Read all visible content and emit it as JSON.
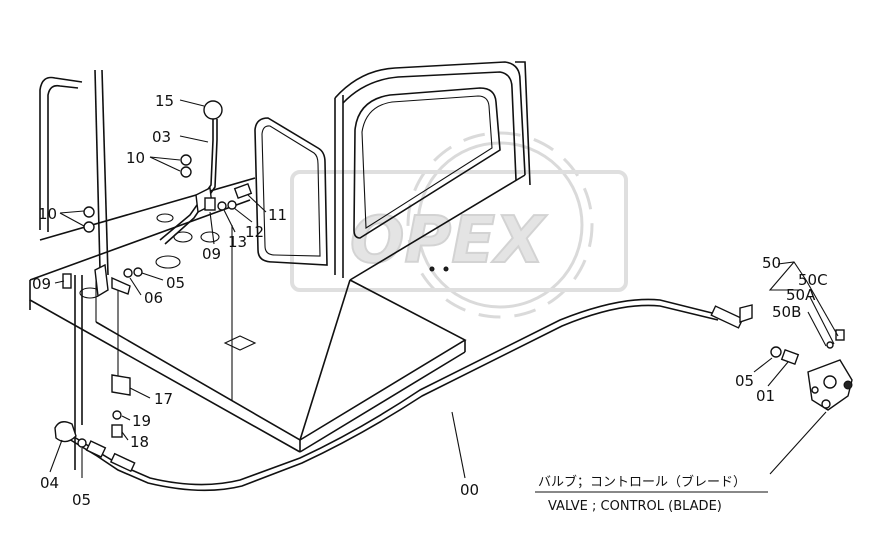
{
  "watermark": {
    "text": "OPEX",
    "color": "#cfcfcf"
  },
  "callouts": {
    "c15": "15",
    "c03": "03",
    "c10a": "10",
    "c10b": "10",
    "c11": "11",
    "c12": "12",
    "c13": "13",
    "c09a": "09",
    "c09b": "09",
    "c06": "06",
    "c05a": "05",
    "c05b": "05",
    "c05c": "05",
    "c17": "17",
    "c19": "19",
    "c18": "18",
    "c04": "04",
    "c00": "00",
    "c01": "01",
    "c50": "50",
    "c50c": "50C",
    "c50a": "50A",
    "c50b": "50B"
  },
  "caption": {
    "jp": "バルブ；コントロール（ブレード）",
    "en": "VALVE ; CONTROL (BLADE)"
  }
}
